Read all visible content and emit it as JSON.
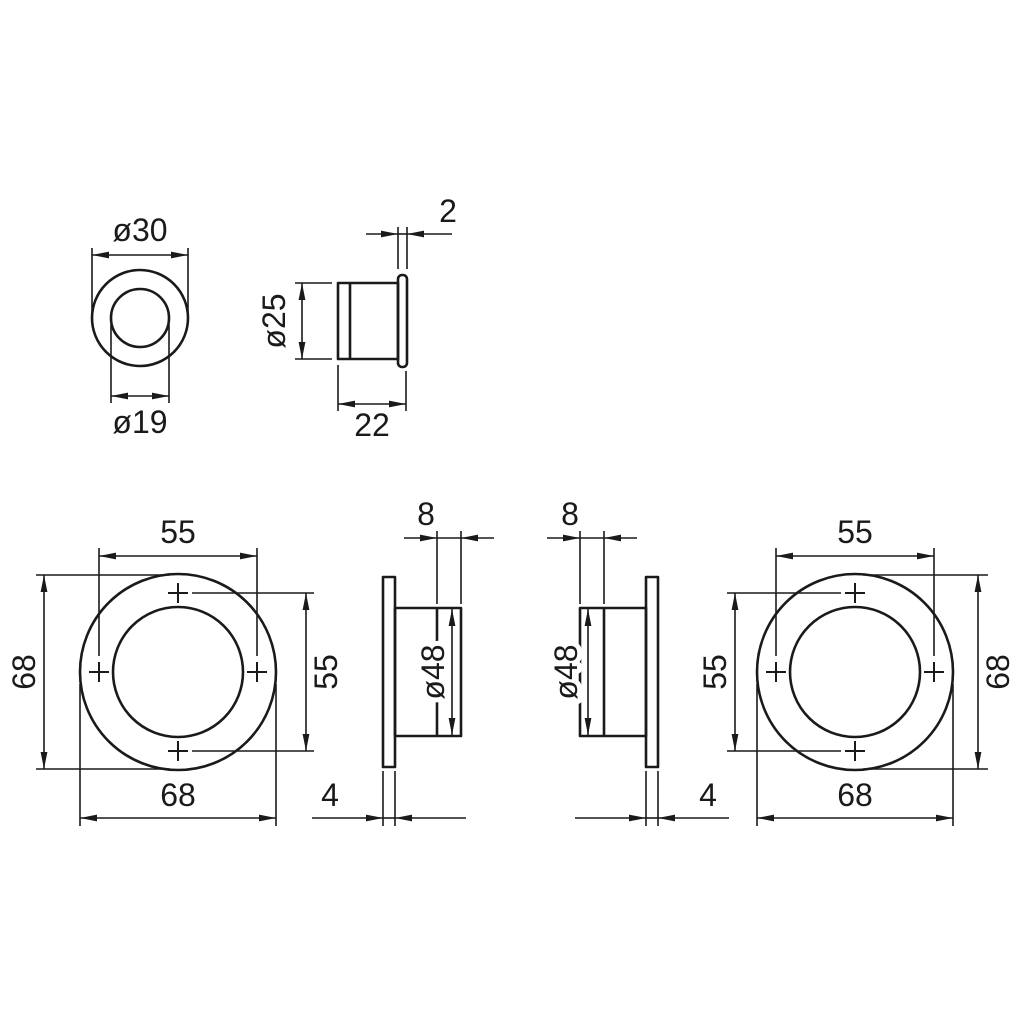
{
  "page": {
    "background": "#ffffff",
    "line_color": "#1a1a1a"
  },
  "views": {
    "bush_front": {
      "outer_diameter": "ø30",
      "inner_diameter": "ø19"
    },
    "bush_side": {
      "flange_thickness": "2",
      "body_diameter": "ø25",
      "body_length": "22"
    },
    "pull_left_front": {
      "hole_spacing_horizontal": "55",
      "overall_height": "68",
      "hole_spacing_vertical": "55",
      "overall_width": "68"
    },
    "pull_left_side": {
      "cup_depth": "8",
      "cup_diameter": "ø48",
      "flange_thickness": "4"
    },
    "pull_right_side": {
      "cup_depth": "8",
      "cup_diameter": "ø48",
      "flange_thickness": "4"
    },
    "pull_right_front": {
      "hole_spacing_horizontal": "55",
      "hole_spacing_vertical": "55",
      "overall_height": "68",
      "overall_width": "68"
    }
  }
}
